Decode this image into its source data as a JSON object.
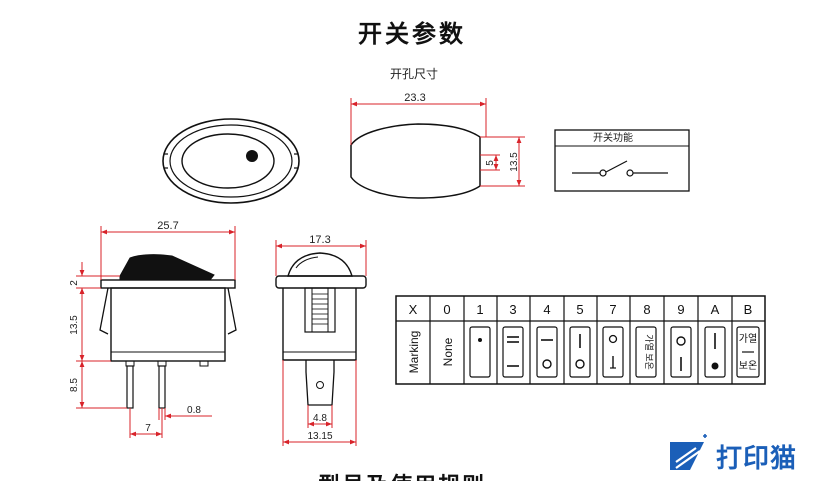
{
  "title": "开关参数",
  "hole_size": {
    "label": "开孔尺寸",
    "width": "23.3",
    "slot": "5",
    "height": "13.5"
  },
  "switch_function": {
    "label": "开关功能"
  },
  "side_view": {
    "width": "25.7",
    "dim_a": "2",
    "dim_b": "13.5",
    "dim_c": "8.5",
    "pin_pitch": "7",
    "pin_thickness": "0.8"
  },
  "front_view": {
    "width": "17.3",
    "terminal_width": "4.8",
    "base_width": "13.15"
  },
  "marking_table": {
    "codes": [
      "X",
      "0",
      "1",
      "3",
      "4",
      "5",
      "7",
      "8",
      "9",
      "A",
      "B"
    ],
    "row_label": "Marking",
    "none_label": "None",
    "korean_top": "가열",
    "korean_bottom": "보온"
  },
  "footer_partial": "型号及使用规则",
  "logo": {
    "text": "打印猫",
    "color": "#1b5fb8"
  }
}
